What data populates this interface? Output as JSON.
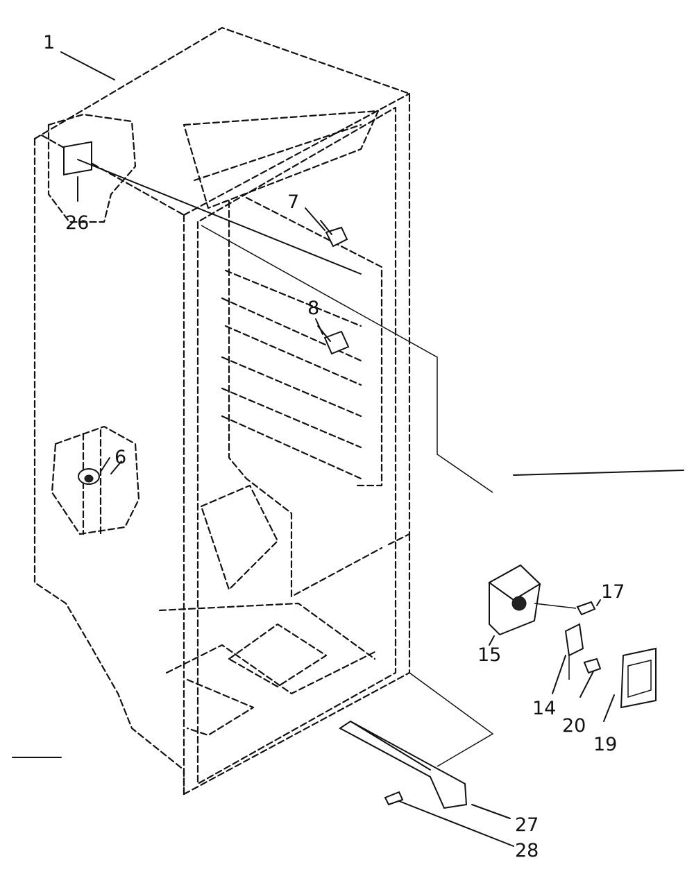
{
  "callouts": [
    {
      "id": "c1",
      "text": "1"
    },
    {
      "id": "c26",
      "text": "26"
    },
    {
      "id": "c7",
      "text": "7"
    },
    {
      "id": "c8",
      "text": "8"
    },
    {
      "id": "c6",
      "text": "6"
    },
    {
      "id": "c17",
      "text": "17"
    },
    {
      "id": "c15",
      "text": "15"
    },
    {
      "id": "c14",
      "text": "14"
    },
    {
      "id": "c20",
      "text": "20"
    },
    {
      "id": "c19",
      "text": "19"
    },
    {
      "id": "c27",
      "text": "27"
    },
    {
      "id": "c28",
      "text": "28"
    }
  ]
}
